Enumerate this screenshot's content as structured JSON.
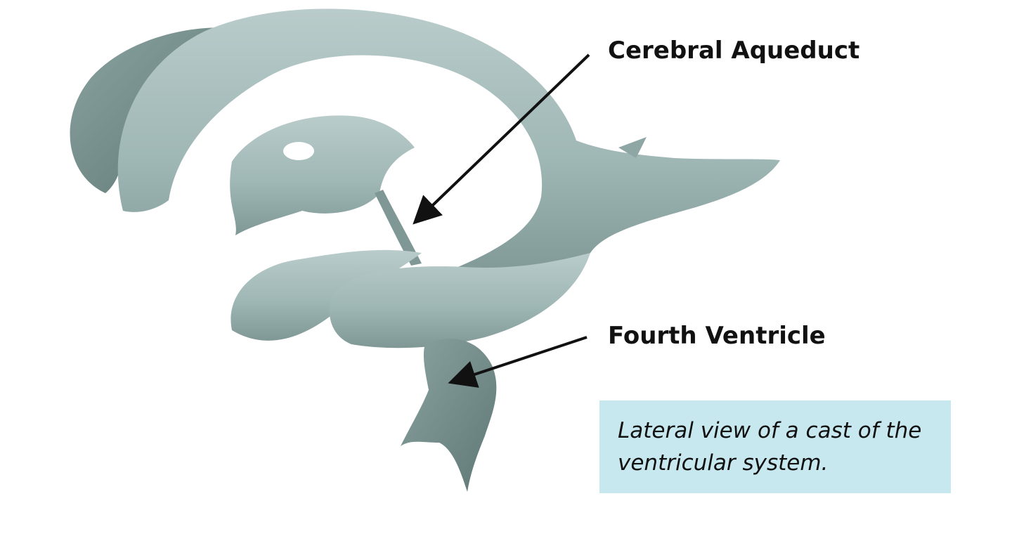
{
  "labels": {
    "cerebral_aqueduct": "Cerebral Aqueduct",
    "fourth_ventricle": "Fourth Ventricle"
  },
  "caption": {
    "text": "Lateral view of a cast of the ventricular system."
  },
  "colors": {
    "cast_fill": "#9fb7b5",
    "cast_shadow": "#6f8785",
    "cast_highlight": "#cddcdb",
    "caption_bg": "#c8e8ef",
    "arrow": "#111111"
  }
}
